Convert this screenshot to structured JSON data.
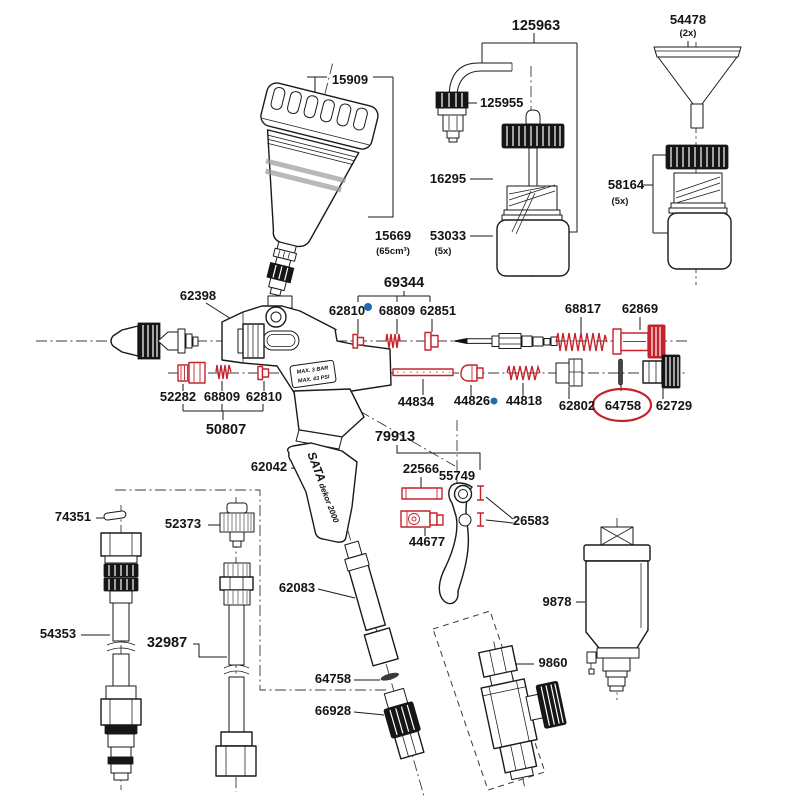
{
  "diagram_type": "exploded-parts-diagram",
  "branding": {
    "brand": "SATA",
    "model": "dekor",
    "series": "2000"
  },
  "plate": {
    "line1": "MAX. 3 BAR",
    "line2": "MAX. 43 PSI"
  },
  "colors": {
    "highlight": "#c4232b",
    "marker_blue": "#1f6cb0",
    "ink": "#1a1a1a"
  },
  "annotations": {
    "circled_label": "64758",
    "dot_marked_labels": [
      "62810",
      "44826"
    ]
  },
  "labels": {
    "cup_lid": {
      "num": "15909"
    },
    "cup": {
      "num": "15669",
      "note": "(65cm³)"
    },
    "refill_set": {
      "num": "125963"
    },
    "elbow_nut": {
      "num": "125955"
    },
    "bottle_cap": {
      "num": "16295"
    },
    "bottle_small": {
      "num": "53033",
      "note": "(5x)"
    },
    "funnel": {
      "num": "54478",
      "note": "(2x)"
    },
    "bottle_large": {
      "num": "58164",
      "note": "(5x)"
    },
    "nozzle_set": {
      "num": "69344"
    },
    "plug_upper": {
      "num": "62810"
    },
    "spring_upper": {
      "num": "68809"
    },
    "ring_upper": {
      "num": "62851"
    },
    "needle_spring_rear": {
      "num": "68817"
    },
    "adjusting_screw": {
      "num": "62869"
    },
    "retaining_ring": {
      "num": "62398"
    },
    "gland_nut": {
      "num": "52282"
    },
    "spring_lower": {
      "num": "68809"
    },
    "plug_lower": {
      "num": "62810"
    },
    "seal_kit": {
      "num": "50807"
    },
    "needle_rod": {
      "num": "44834"
    },
    "needle_guide": {
      "num": "44826"
    },
    "needle_spring": {
      "num": "44818"
    },
    "bushing": {
      "num": "62802"
    },
    "washer_rear": {
      "num": "64758"
    },
    "knurled_knob": {
      "num": "62729"
    },
    "trigger_set": {
      "num": "79913"
    },
    "trigger_pin": {
      "num": "22566"
    },
    "trigger": {
      "num": "55749"
    },
    "trigger_screw": {
      "num": "44677"
    },
    "clips": {
      "num": "26583"
    },
    "handle": {
      "num": "62042"
    },
    "handle_tube": {
      "num": "62083"
    },
    "washer_bottom": {
      "num": "64758"
    },
    "union_nut": {
      "num": "66928"
    },
    "filter": {
      "num": "9878"
    },
    "shutoff_valve": {
      "num": "9860"
    },
    "pin_small": {
      "num": "74351"
    },
    "cap_fitting": {
      "num": "52373"
    },
    "hose_assembly": {
      "num": "54353"
    },
    "pipe_assembly": {
      "num": "32987"
    }
  }
}
